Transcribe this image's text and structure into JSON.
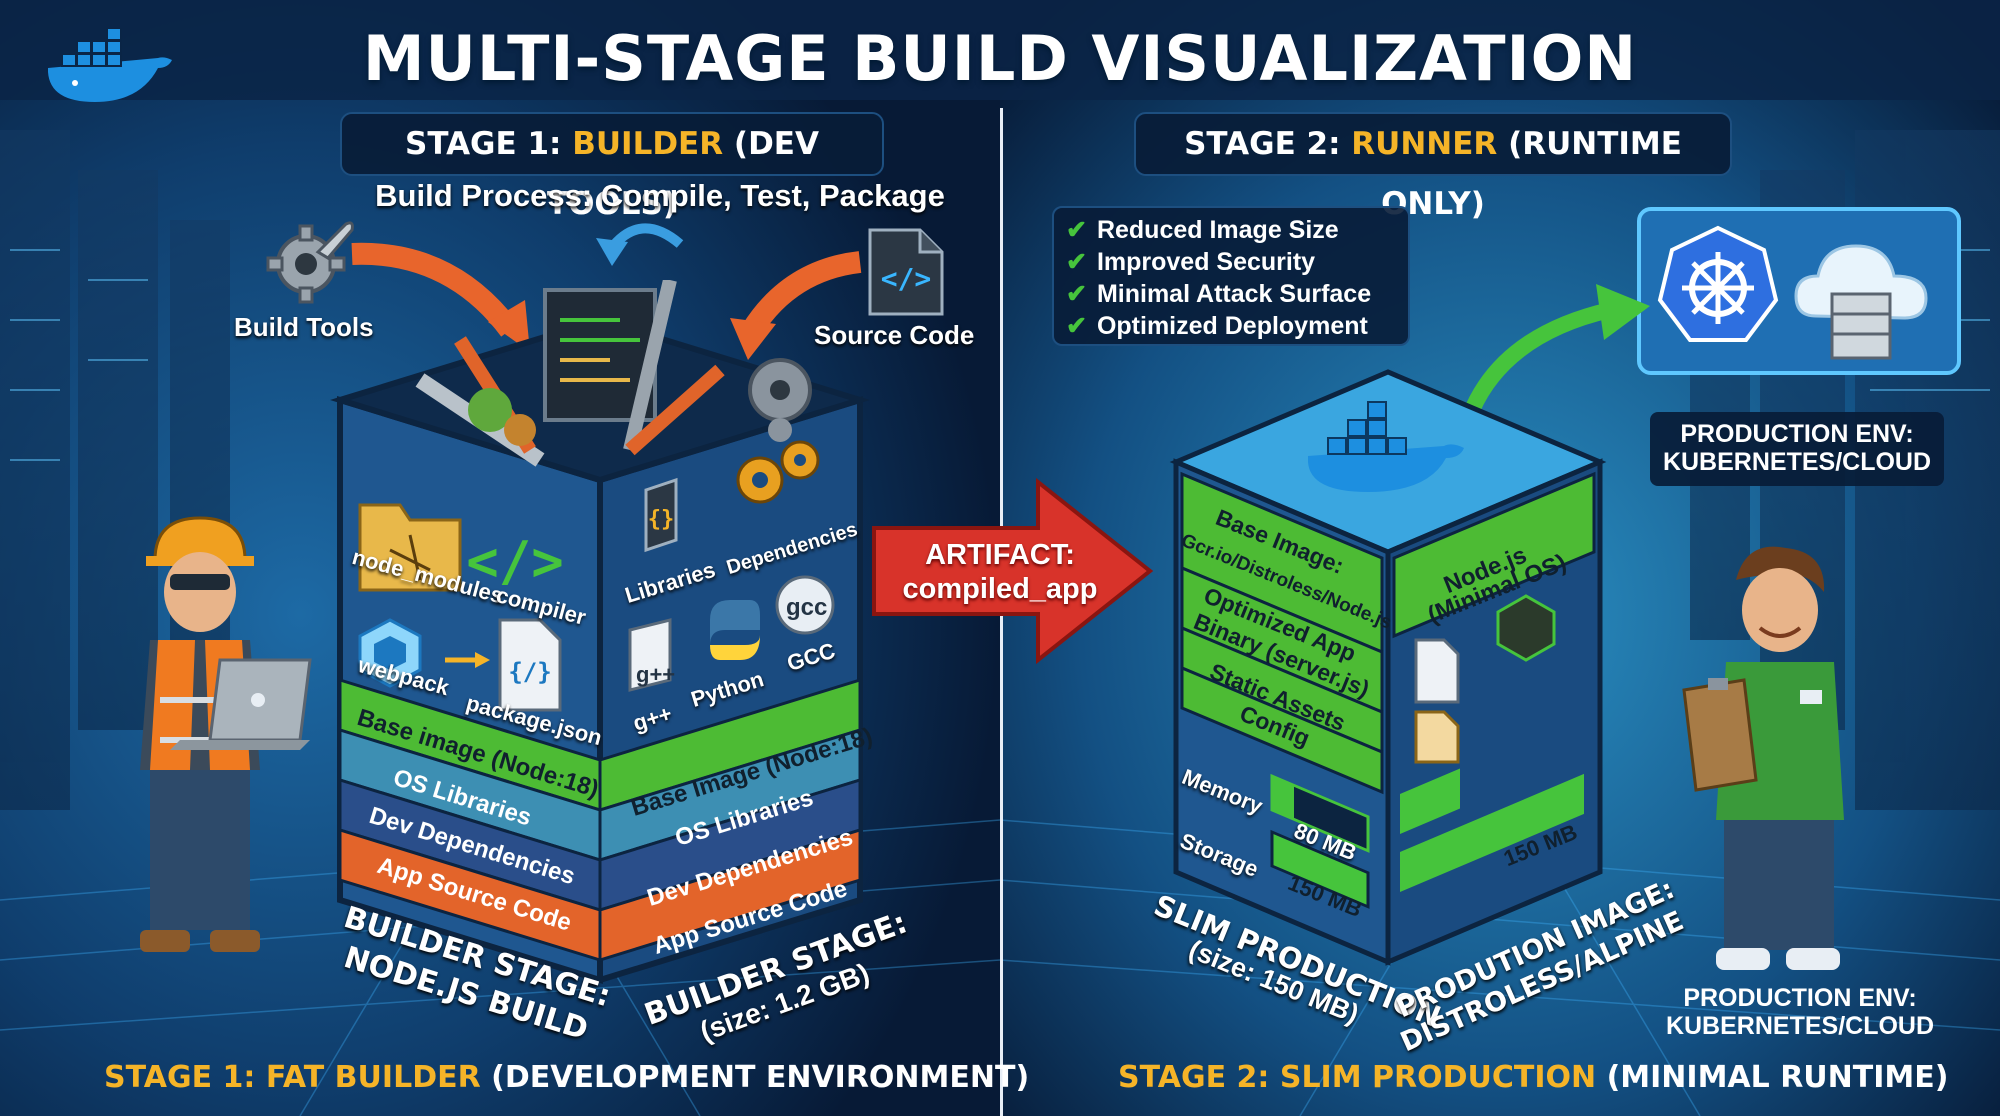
{
  "title": "MULTI-STAGE BUILD VISUALIZATION",
  "stage1": {
    "header_prefix": "STAGE 1: ",
    "header_highlight": "BUILDER",
    "header_suffix": " (DEV TOOLS)",
    "process": "Build Process: Compile, Test, Package",
    "build_tools": "Build Tools",
    "source_code": "Source Code",
    "front_items": [
      "node_modules",
      "compiler",
      "webpack",
      "package.json"
    ],
    "side_items": [
      "Libraries",
      "Dependencies",
      "g++",
      "Python",
      "GCC"
    ],
    "g_icon": "g++",
    "gcc_icon": "gcc",
    "front_layers": [
      "Base image (Node:18)",
      "OS Libraries",
      "Dev Dependencies",
      "App Source Code"
    ],
    "side_layers": [
      "Base Image (Node:18)",
      "OS Libraries",
      "Dev Dependencies",
      "App Source Code"
    ],
    "front_caption_1": "BUILDER STAGE:",
    "front_caption_2": "NODE.JS BUILD",
    "side_caption_1": "BUILDER STAGE:",
    "side_caption_2": "(size: 1.2 GB)",
    "footer_highlight": "STAGE 1: FAT BUILDER",
    "footer_rest": " (DEVELOPMENT ENVIRONMENT)"
  },
  "artifact": {
    "line1": "ARTIFACT:",
    "line2": "compiled_app"
  },
  "stage2": {
    "header_prefix": "STAGE 2: ",
    "header_highlight": "RUNNER",
    "header_suffix": " (RUNTIME ONLY)",
    "benefits": [
      "Reduced Image Size",
      "Improved Security",
      "Minimal Attack Surface",
      "Optimized Deployment"
    ],
    "front_layers": [
      "Base Image:",
      "Gcr.io/Distroless/Node.js",
      "Optimized App",
      "Binary (server.js)",
      "Static Assets",
      "Config"
    ],
    "side_layer": "Node.js",
    "side_layer_2": "(Minimal OS)",
    "memory_label": "Memory",
    "memory_value": "80 MB",
    "storage_label": "Storage",
    "storage_value": "150 MB",
    "side_value": "150 MB",
    "front_caption_1": "SLIM PRODUCTION",
    "front_caption_2": "(size: 150 MB)",
    "side_caption_1": "PRODUTION IMAGE:",
    "side_caption_2": "DISTROLESS/ALPINE",
    "env_label_1": "PRODUCTION ENV:",
    "env_label_2": "KUBERNETES/CLOUD",
    "env_bottom_1": "PRODUCTION ENV:",
    "env_bottom_2": "KUBERNETES/CLOUD",
    "footer_highlight": "STAGE 2: SLIM PRODUCTION",
    "footer_rest": " (MINIMAL RUNTIME)"
  },
  "colors": {
    "highlight": "#f5b428",
    "layer_green": "#4dbb34",
    "layer_teal": "#3d8fb3",
    "layer_navy": "#2a4e8a",
    "layer_orange": "#e3642a",
    "arrow_red": "#d8332a",
    "arrow_green": "#46c43c"
  },
  "icons": [
    "docker-whale-icon",
    "gear-wrench-icon",
    "code-file-icon",
    "folder-icon",
    "code-brackets-icon",
    "webpack-cube-icon",
    "python-icon",
    "gears-icon",
    "kubernetes-icon",
    "cloud-server-icon",
    "nodejs-icon",
    "document-icon",
    "check-icon"
  ]
}
